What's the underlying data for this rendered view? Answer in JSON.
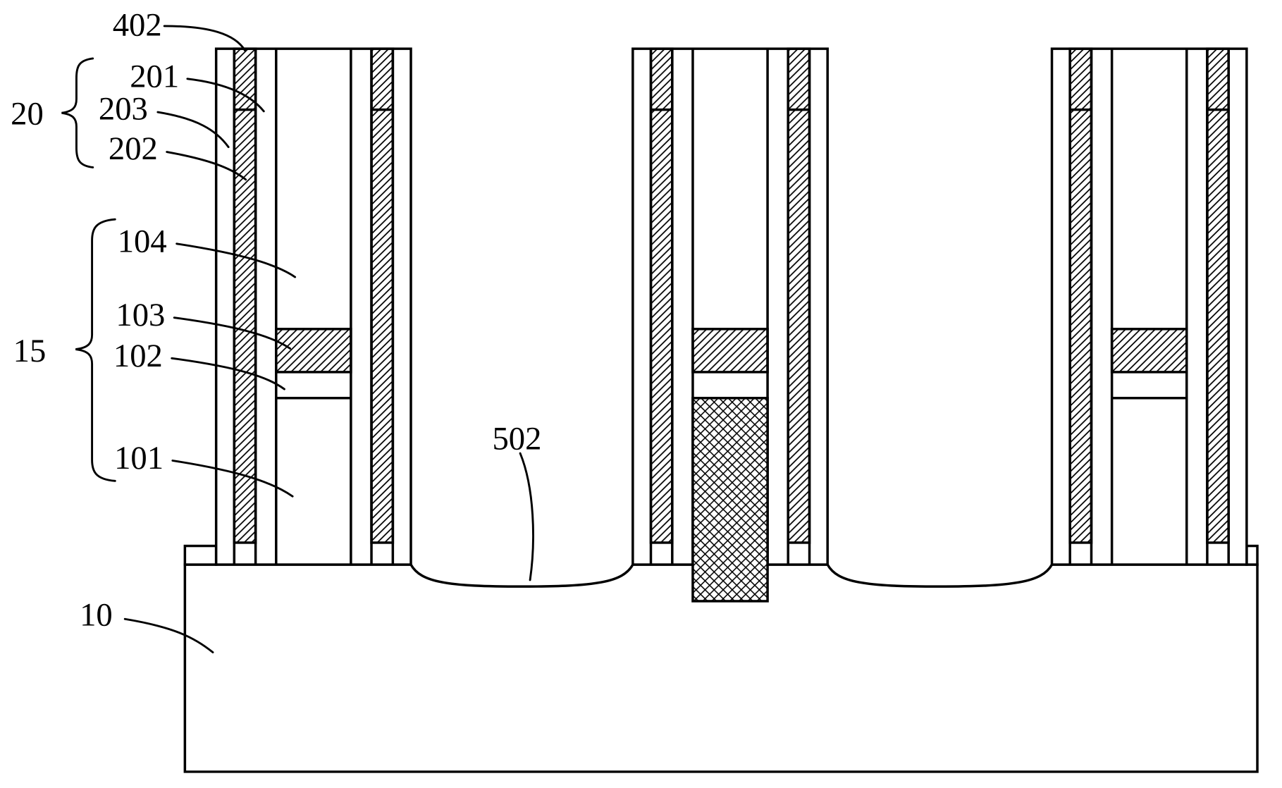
{
  "figure": {
    "kind": "semiconductor-cross-section-diagram",
    "colors": {
      "line": "#000000",
      "background": "#ffffff"
    },
    "labels": {
      "l402": "402",
      "l201": "201",
      "l203": "203",
      "l202": "202",
      "group20": "20",
      "l104": "104",
      "l103": "103",
      "l102": "102",
      "group15": "15",
      "l101": "101",
      "l502": "502",
      "l10": "10"
    }
  }
}
